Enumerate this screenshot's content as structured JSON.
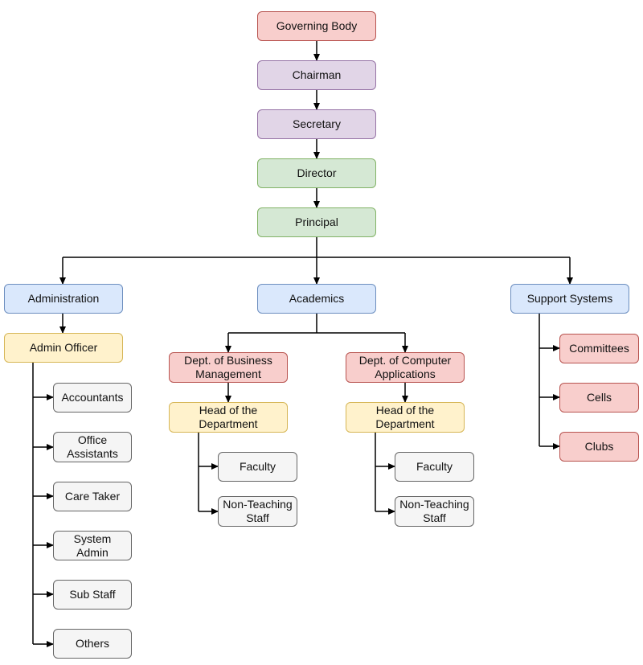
{
  "chain": {
    "governing_body": "Governing Body",
    "chairman": "Chairman",
    "secretary": "Secretary",
    "director": "Director",
    "principal": "Principal"
  },
  "branches": {
    "administration": "Administration",
    "academics": "Academics",
    "support_systems": "Support Systems"
  },
  "administration": {
    "admin_officer": "Admin Officer",
    "staff": [
      "Accountants",
      "Office\nAssistants",
      "Care Taker",
      "System Admin",
      "Sub Staff",
      "Others"
    ]
  },
  "academics": {
    "business": {
      "dept": "Dept. of Business\nManagement",
      "head": "Head of the\nDepartment",
      "faculty": "Faculty",
      "non_teaching": "Non-Teaching\nStaff"
    },
    "computer": {
      "dept": "Dept. of Computer\nApplications",
      "head": "Head of the\nDepartment",
      "faculty": "Faculty",
      "non_teaching": "Non-Teaching\nStaff"
    }
  },
  "support": {
    "items": [
      "Committees",
      "Cells",
      "Clubs"
    ]
  },
  "colors": {
    "red_fill": "#f8cecc",
    "purple_fill": "#e1d5e7",
    "green_fill": "#d5e8d4",
    "blue_fill": "#dae8fc",
    "yellow_fill": "#fff2cc",
    "gray_fill": "#f5f5f5",
    "connector": "#000000"
  }
}
